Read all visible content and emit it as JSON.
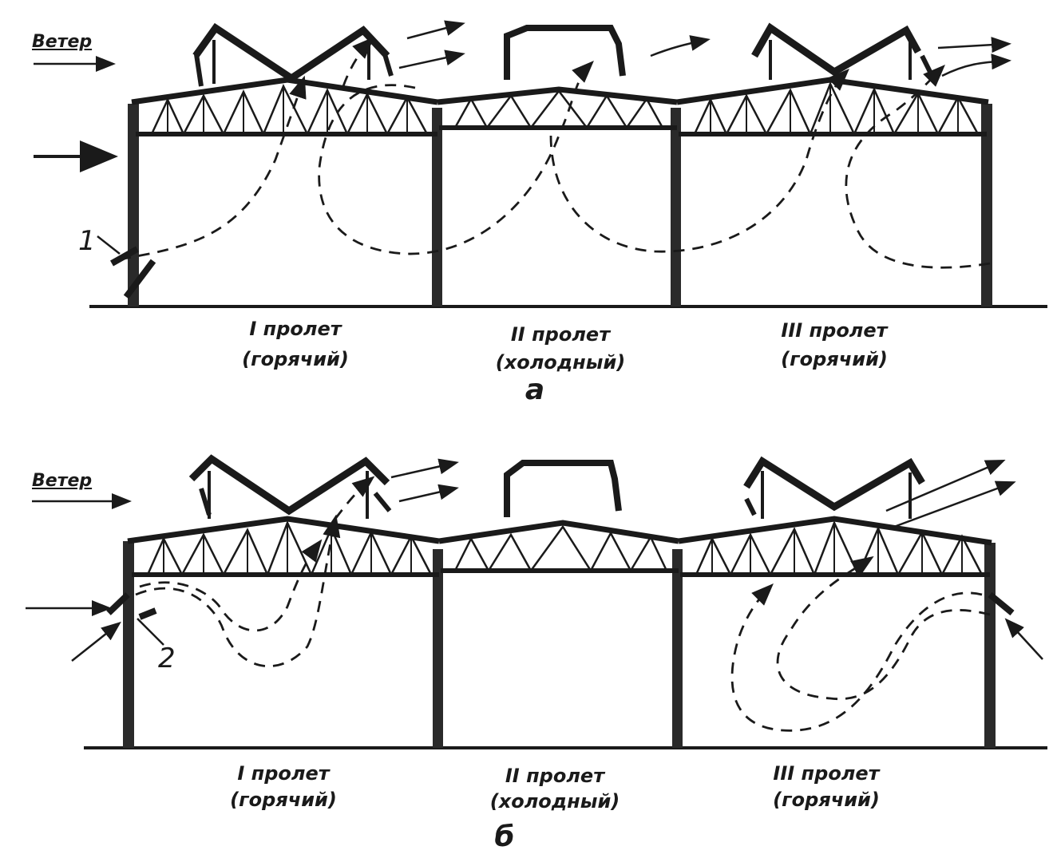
{
  "wind_label": "Ветер",
  "callouts": [
    "1",
    "2"
  ],
  "panels": [
    {
      "letter": "а",
      "spans": [
        {
          "name": "I пролет",
          "type": "(горячий)"
        },
        {
          "name": "II пролет",
          "type": "(холодный)"
        },
        {
          "name": "III пролет",
          "type": "(горячий)"
        }
      ]
    },
    {
      "letter": "б",
      "spans": [
        {
          "name": "I пролет",
          "type": "(горячий)"
        },
        {
          "name": "II пролет",
          "type": "(холодный)"
        },
        {
          "name": "III пролет",
          "type": "(горячий)"
        }
      ]
    }
  ]
}
